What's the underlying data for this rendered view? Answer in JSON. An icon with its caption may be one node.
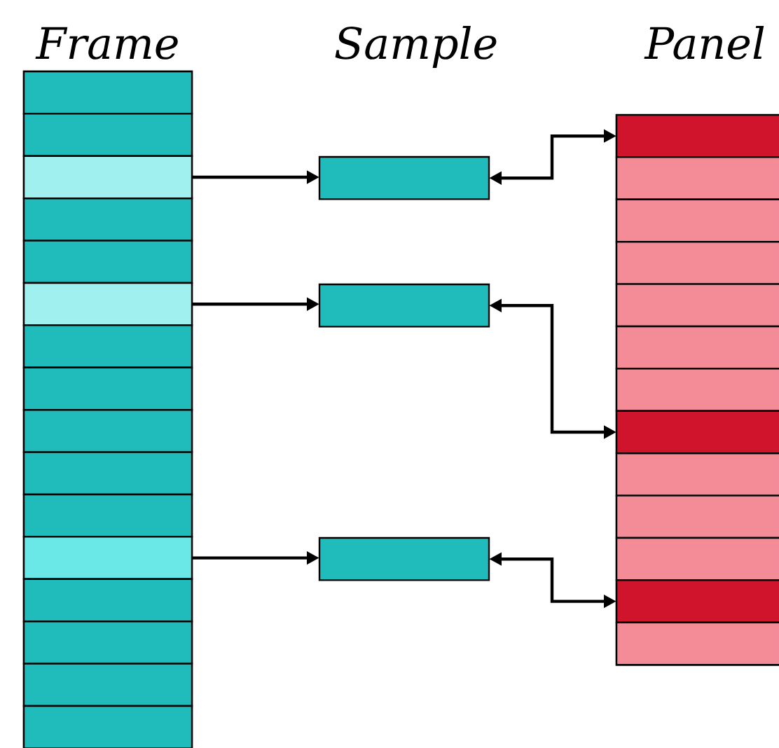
{
  "diagram": {
    "nodes": [
      {
        "text": [
          "Frame"
        ]
      },
      {
        "text": [],
        "shape": "box",
        "in": 0
      },
      {
        "text": [],
        "shape": "box",
        "in": 0
      },
      {
        "text": [],
        "shape": "box",
        "in": 0
      },
      {
        "text": [],
        "shape": "box",
        "in": 0
      },
      {
        "text": [],
        "shape": "box",
        "in": 0
      },
      {
        "text": [],
        "shape": "box",
        "in": 0
      },
      {
        "text": [],
        "shape": "box",
        "in": 0
      },
      {
        "text": [],
        "shape": "box",
        "in": 0
      },
      {
        "text": [],
        "shape": "box",
        "in": 0
      },
      {
        "text": [],
        "shape": "box",
        "in": 0
      },
      {
        "text": [],
        "shape": "box",
        "in": 0
      },
      {
        "text": [],
        "shape": "box",
        "in": 0
      },
      {
        "text": [],
        "shape": "box",
        "in": 0
      },
      {
        "text": [],
        "shape": "box",
        "in": 0
      },
      {
        "text": [],
        "shape": "box",
        "in": 0
      },
      {
        "text": [],
        "shape": "box",
        "in": 0
      },
      {
        "text": [],
        "shape": "box"
      },
      {
        "text": [],
        "shape": "box"
      },
      {
        "text": [],
        "shape": "box"
      },
      {
        "text": [
          "Panel"
        ]
      },
      {
        "text": [],
        "shape": "box",
        "in": 20
      },
      {
        "text": [],
        "shape": "box",
        "in": 20
      },
      {
        "text": [],
        "shape": "box",
        "in": 20
      },
      {
        "text": [],
        "shape": "box",
        "in": 20
      },
      {
        "text": [],
        "shape": "box",
        "in": 20
      },
      {
        "text": [],
        "shape": "box",
        "in": 20
      },
      {
        "text": [],
        "shape": "box",
        "in": 20
      },
      {
        "text": [],
        "shape": "box",
        "in": 20
      },
      {
        "text": [],
        "shape": "box",
        "in": 20
      },
      {
        "text": [],
        "shape": "box",
        "in": 20
      },
      {
        "text": [],
        "shape": "box",
        "in": 20
      },
      {
        "text": [],
        "shape": "box",
        "in": 20
      },
      {
        "text": [],
        "shape": "box",
        "in": 20
      }
    ],
    "edges": [
      {
        "from": 3,
        "to": 17,
        "arrow": "to"
      },
      {
        "from": 6,
        "to": 18,
        "arrow": "to"
      },
      {
        "from": 12,
        "to": 19,
        "arrow": "to"
      },
      {
        "from": 17,
        "to": 21,
        "arrow": "both"
      },
      {
        "from": 18,
        "to": 28,
        "arrow": "both"
      },
      {
        "from": 19,
        "to": 32,
        "arrow": "both"
      }
    ],
    "labels": [
      "Sample"
    ]
  }
}
